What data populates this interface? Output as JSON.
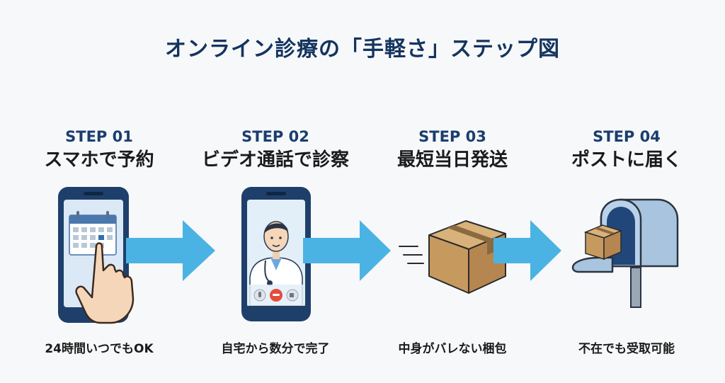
{
  "title": "オンライン診療の「手軽さ」ステップ図",
  "colors": {
    "navy": "#14345f",
    "arrow": "#4bb3e3",
    "phone": "#1f3f6b",
    "box": "#c69a5f"
  },
  "steps": [
    {
      "label": "STEP 01",
      "heading": "スマホで予約",
      "caption": "24時間いつでもOK",
      "icon": "phone-calendar-icon"
    },
    {
      "label": "STEP 02",
      "heading": "ビデオ通話で診察",
      "caption": "自宅から数分で完了",
      "icon": "video-call-doctor-icon"
    },
    {
      "label": "STEP 03",
      "heading": "最短当日発送",
      "caption": "中身がバレない梱包",
      "icon": "package-icon"
    },
    {
      "label": "STEP 04",
      "heading": "ポストに届く",
      "caption": "不在でも受取可能",
      "icon": "mailbox-icon"
    }
  ]
}
